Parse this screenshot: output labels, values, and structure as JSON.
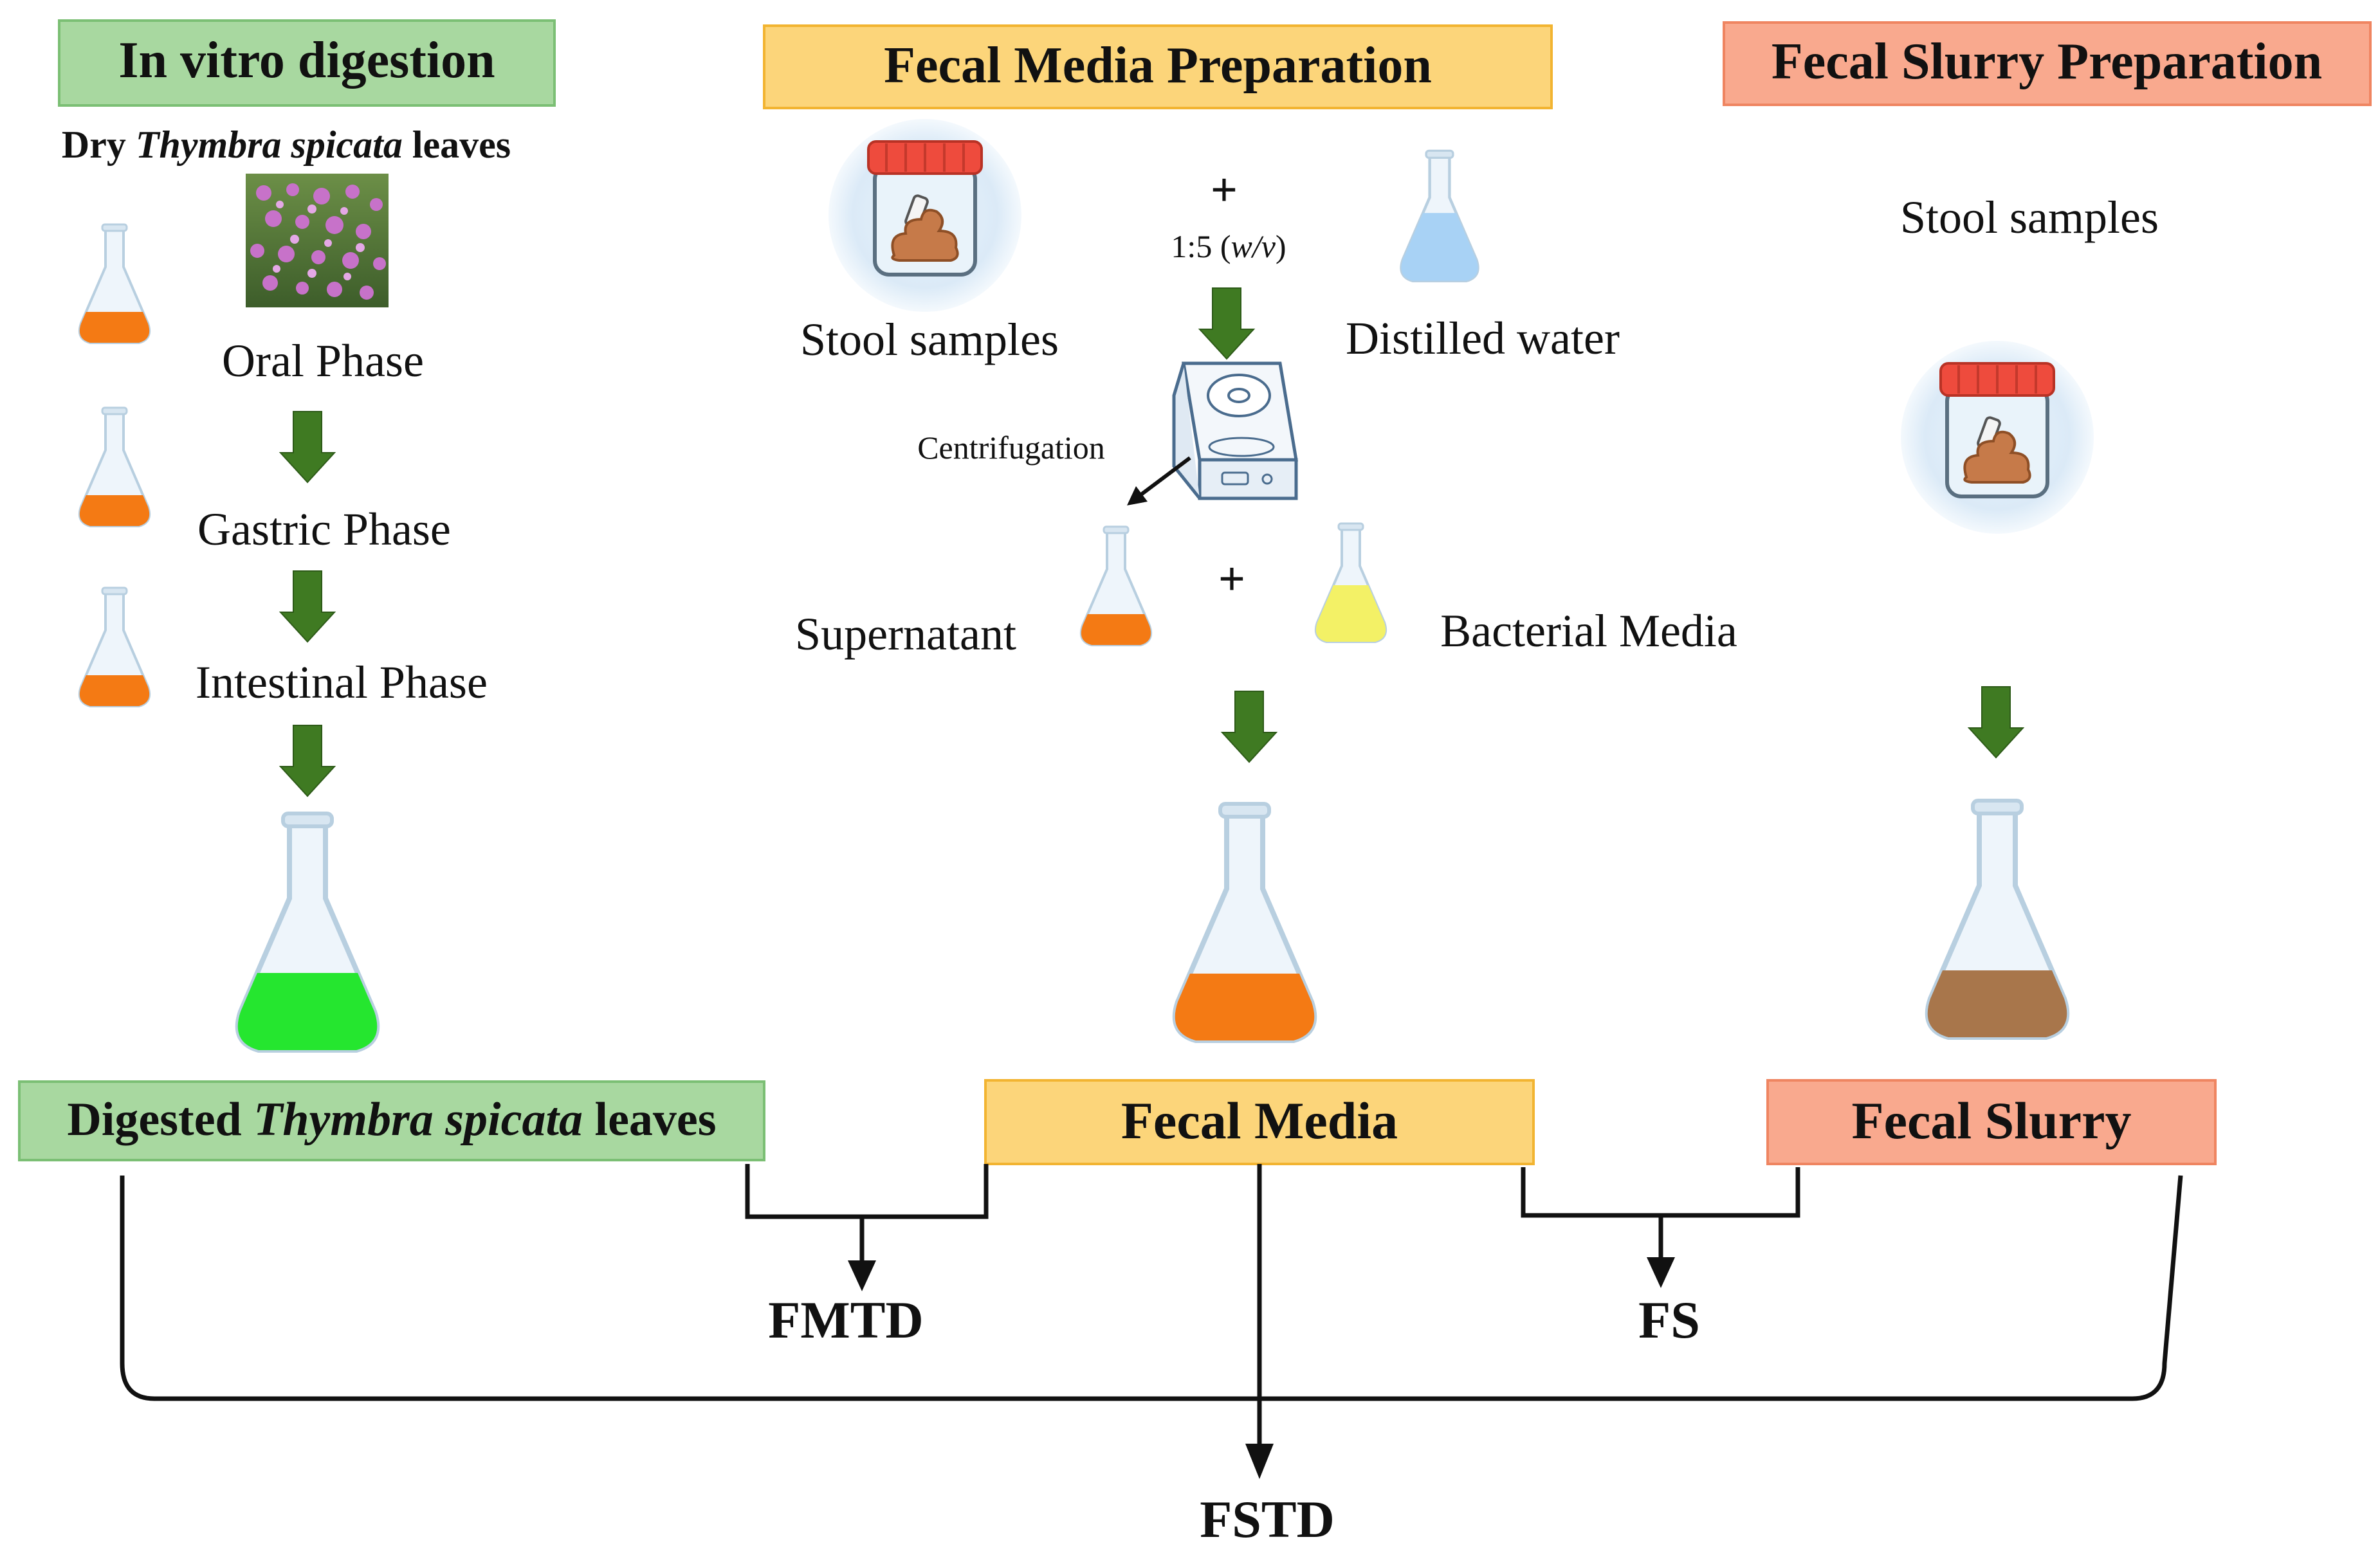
{
  "colors": {
    "green_box": "#a8d8a0",
    "green_border": "#7bbf74",
    "yellow_box": "#fcd57a",
    "yellow_border": "#f2b431",
    "salmon_box": "#f9a98e",
    "salmon_border": "#ef8561",
    "arrow_green": "#3f7a22",
    "liquid_orange": "#f47a14",
    "liquid_green": "#25e62f",
    "liquid_blue": "#a8d2f5",
    "liquid_yellow": "#f3f166",
    "liquid_brown": "#a8764b"
  },
  "columns": {
    "digestion": {
      "header": "In vitro digestion",
      "material_prefix": "Dry ",
      "material_italic": "Thymbra spicata",
      "material_suffix": " leaves",
      "phases": [
        "Oral Phase",
        "Gastric Phase",
        "Intestinal Phase"
      ],
      "result_prefix": "Digested ",
      "result_italic": "Thymbra spicata",
      "result_suffix": " leaves"
    },
    "fecal_media": {
      "header": "Fecal Media Preparation",
      "stool_label": "Stool samples",
      "plus": "+",
      "ratio_prefix": "1:5 (",
      "ratio_italic": "w/v",
      "ratio_suffix": ")",
      "water_label": "Distilled water",
      "centrifugation_label": "Centrifugation",
      "supernatant_label": "Supernatant",
      "bacterial_label": "Bacterial Media",
      "result": "Fecal Media"
    },
    "fecal_slurry": {
      "header": "Fecal Slurry Preparation",
      "stool_label": "Stool samples",
      "result": "Fecal Slurry"
    }
  },
  "outputs": {
    "fmtd": "FMTD",
    "fs": "FS",
    "fstd": "FSTD"
  },
  "icons": [
    "flask-icon",
    "stool-jar-icon",
    "centrifuge-icon",
    "plant-photo-icon",
    "down-arrow-icon"
  ]
}
